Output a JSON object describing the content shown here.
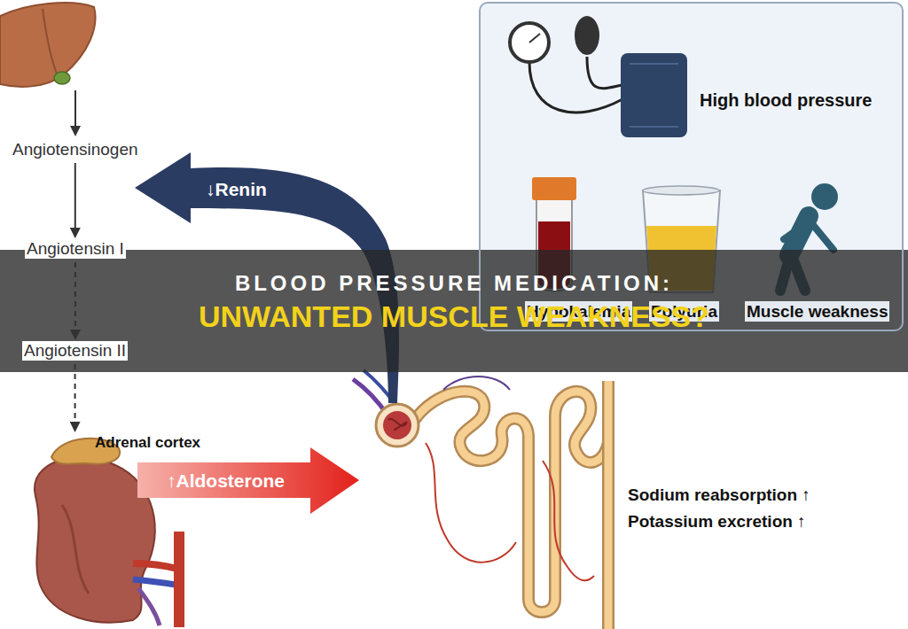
{
  "diagram": {
    "title": "BLOOD PRESSURE MEDICATION: UNWANTED MUSCLE WEAKNESS?",
    "nodes": [
      {
        "text": [
          "Angiotensinogen"
        ]
      },
      {
        "text": [
          "Angiotensin I"
        ]
      },
      {
        "text": [
          "Angiotensin II"
        ]
      },
      {
        "text": [
          "Adrenal cortex"
        ]
      },
      {
        "text": [
          "High blood pressure",
          "Hypokalemia",
          "Polyuria",
          "Muscle weakness"
        ]
      }
    ],
    "edges": [
      {
        "from": 0,
        "to": 1,
        "arrow": "to"
      },
      {
        "from": 1,
        "to": 2,
        "arrow": "to"
      },
      {
        "from": 2,
        "to": 3,
        "arrow": "to"
      }
    ],
    "labels": [
      "↓Renin",
      "↑Aldosterone",
      "Sodium reabsorption ↑",
      "Potassium excretion ↑"
    ]
  }
}
